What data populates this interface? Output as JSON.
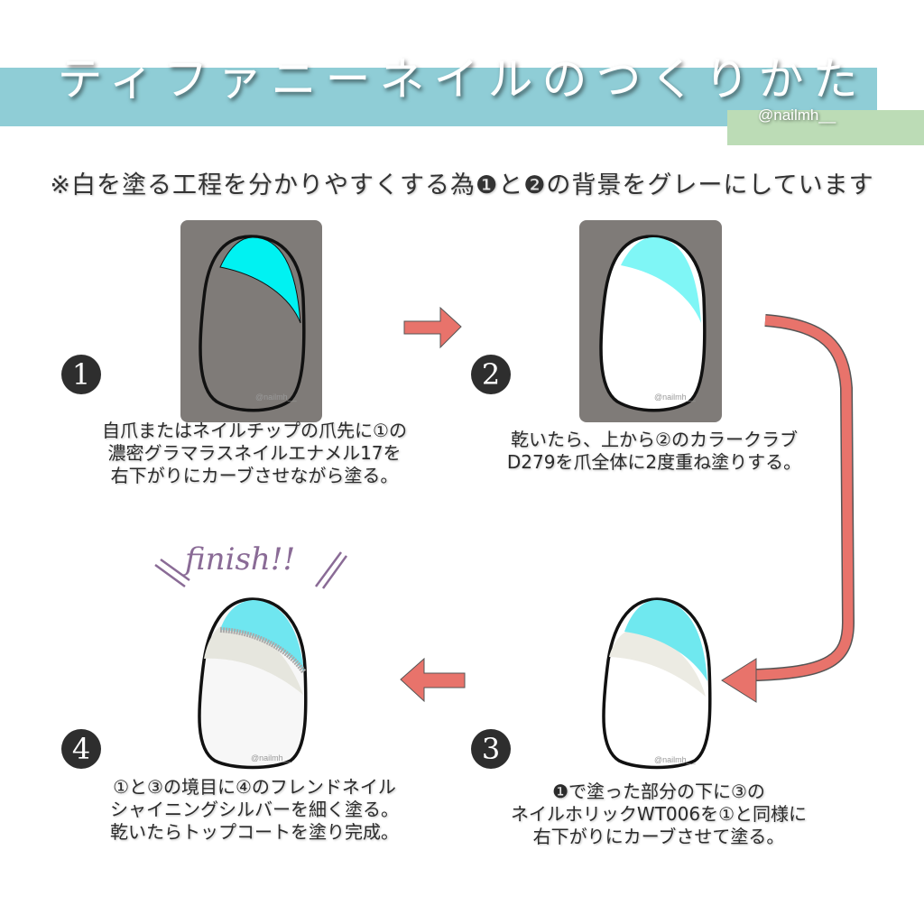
{
  "header": {
    "title": "ティファニーネイルのつくりかた",
    "handle": "@nailmh__"
  },
  "note": "※白を塗る工程を分かりやすくする為❶と❷の背景をグレーにしています",
  "finish_label": "finish!!",
  "watermark": "@nailmh__",
  "colors": {
    "band": "#8fcdd6",
    "green": "#bcdcb6",
    "tiffany": "#5ff0f0",
    "arrow": "#e8736b",
    "grey_bg": "#7f7b78"
  },
  "steps": [
    {
      "number": "1",
      "lines": [
        "自爪またはネイルチップの爪先に①の",
        "濃密グラマラスネイルエナメル17を",
        "右下がりにカーブさせながら塗る。"
      ]
    },
    {
      "number": "2",
      "lines": [
        "乾いたら、上から②のカラークラブ",
        "D279を爪全体に2度重ね塗りする。"
      ]
    },
    {
      "number": "3",
      "lines": [
        "❶で塗った部分の下に③の",
        "ネイルホリックWT006を①と同様に",
        "右下がりにカーブさせて塗る。"
      ]
    },
    {
      "number": "4",
      "lines": [
        "①と③の境目に④のフレンドネイル",
        "シャイニングシルバーを細く塗る。",
        "乾いたらトップコートを塗り完成。"
      ]
    }
  ]
}
